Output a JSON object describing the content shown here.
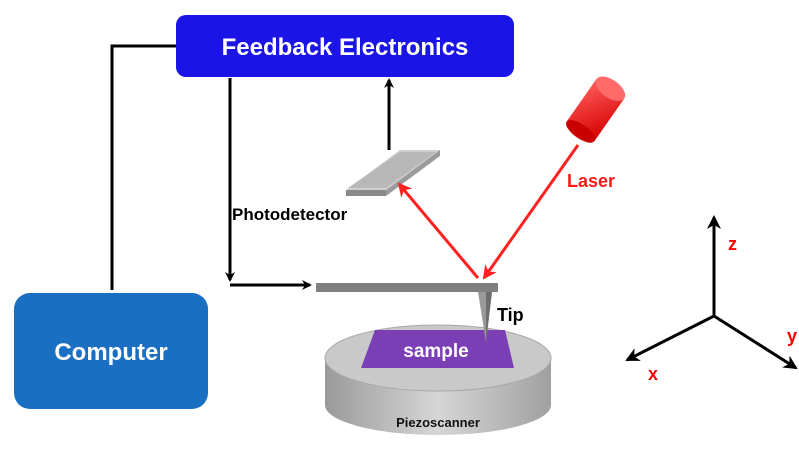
{
  "labels": {
    "feedback": "Feedback Electronics",
    "computer": "Computer",
    "photodetector": "Photodetector",
    "laser": "Laser",
    "tip": "Tip",
    "sample": "sample",
    "piezoscanner": "Piezoscanner",
    "axis_x": "x",
    "axis_y": "y",
    "axis_z": "z"
  },
  "colors": {
    "feedback_box": "#1a14e6",
    "computer_box": "#1a6fc2",
    "laser": "#ff1a1a",
    "beam": "#ff2020",
    "sample": "#7b3fb5",
    "axis_label": "#ff0000",
    "wire": "#000000"
  }
}
